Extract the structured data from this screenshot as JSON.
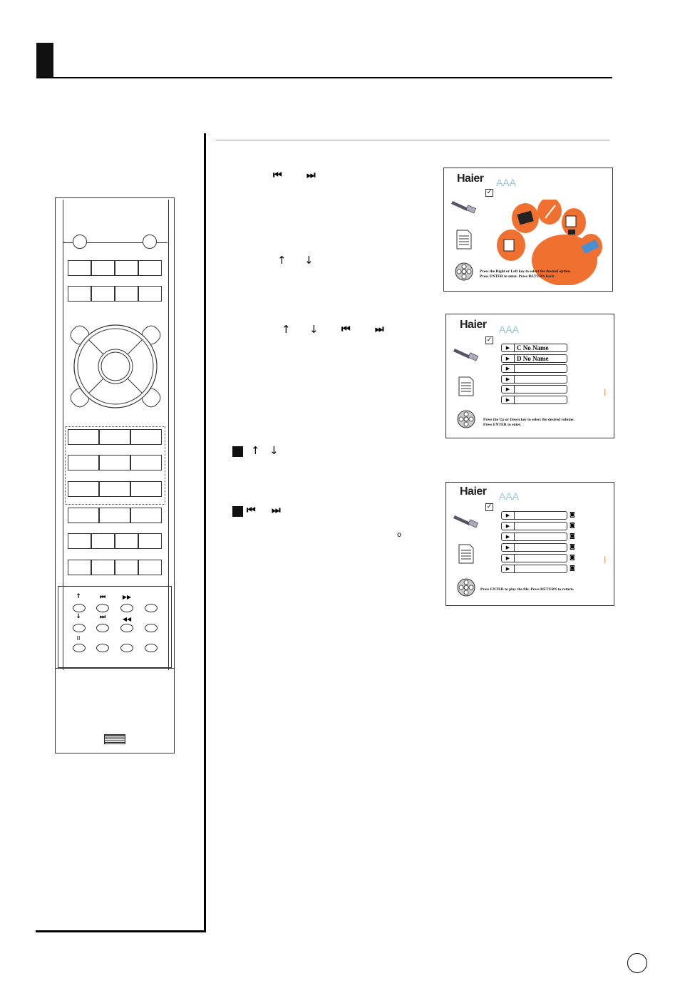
{
  "symbols": {
    "prev": "⏮",
    "next": "⏭",
    "up": "↑",
    "down": "↓",
    "rew": "◀◀",
    "ff": "▶▶",
    "pause": "II",
    "degree": "o"
  },
  "screens": {
    "brand": "Haier",
    "brand_sub": "AAA",
    "check": "✓",
    "screen1_note_line1": "Press the Right or Left key to select the desired option.",
    "screen1_note_line2": "Press ENTER to enter. Press RETURN back.",
    "screen2_volumes": [
      "C No Name",
      "D No Name",
      "",
      "",
      "",
      ""
    ],
    "screen2_note_line1": "Press the Up or Down key to select the desired volume.",
    "screen2_note_line2": "Press ENTER to enter.",
    "screen3_note": "Press ENTER to play the file. Press RETURN to return.",
    "marker": "|",
    "play": "▶",
    "camera": "◙"
  },
  "icons": {
    "usb": "usb-plug-icon",
    "document": "document-icon",
    "film": "film-reel-icon",
    "paw": "paw-menu-icon"
  },
  "colors": {
    "paw": "#f07030",
    "brand_sub": "#8fc6e0"
  }
}
